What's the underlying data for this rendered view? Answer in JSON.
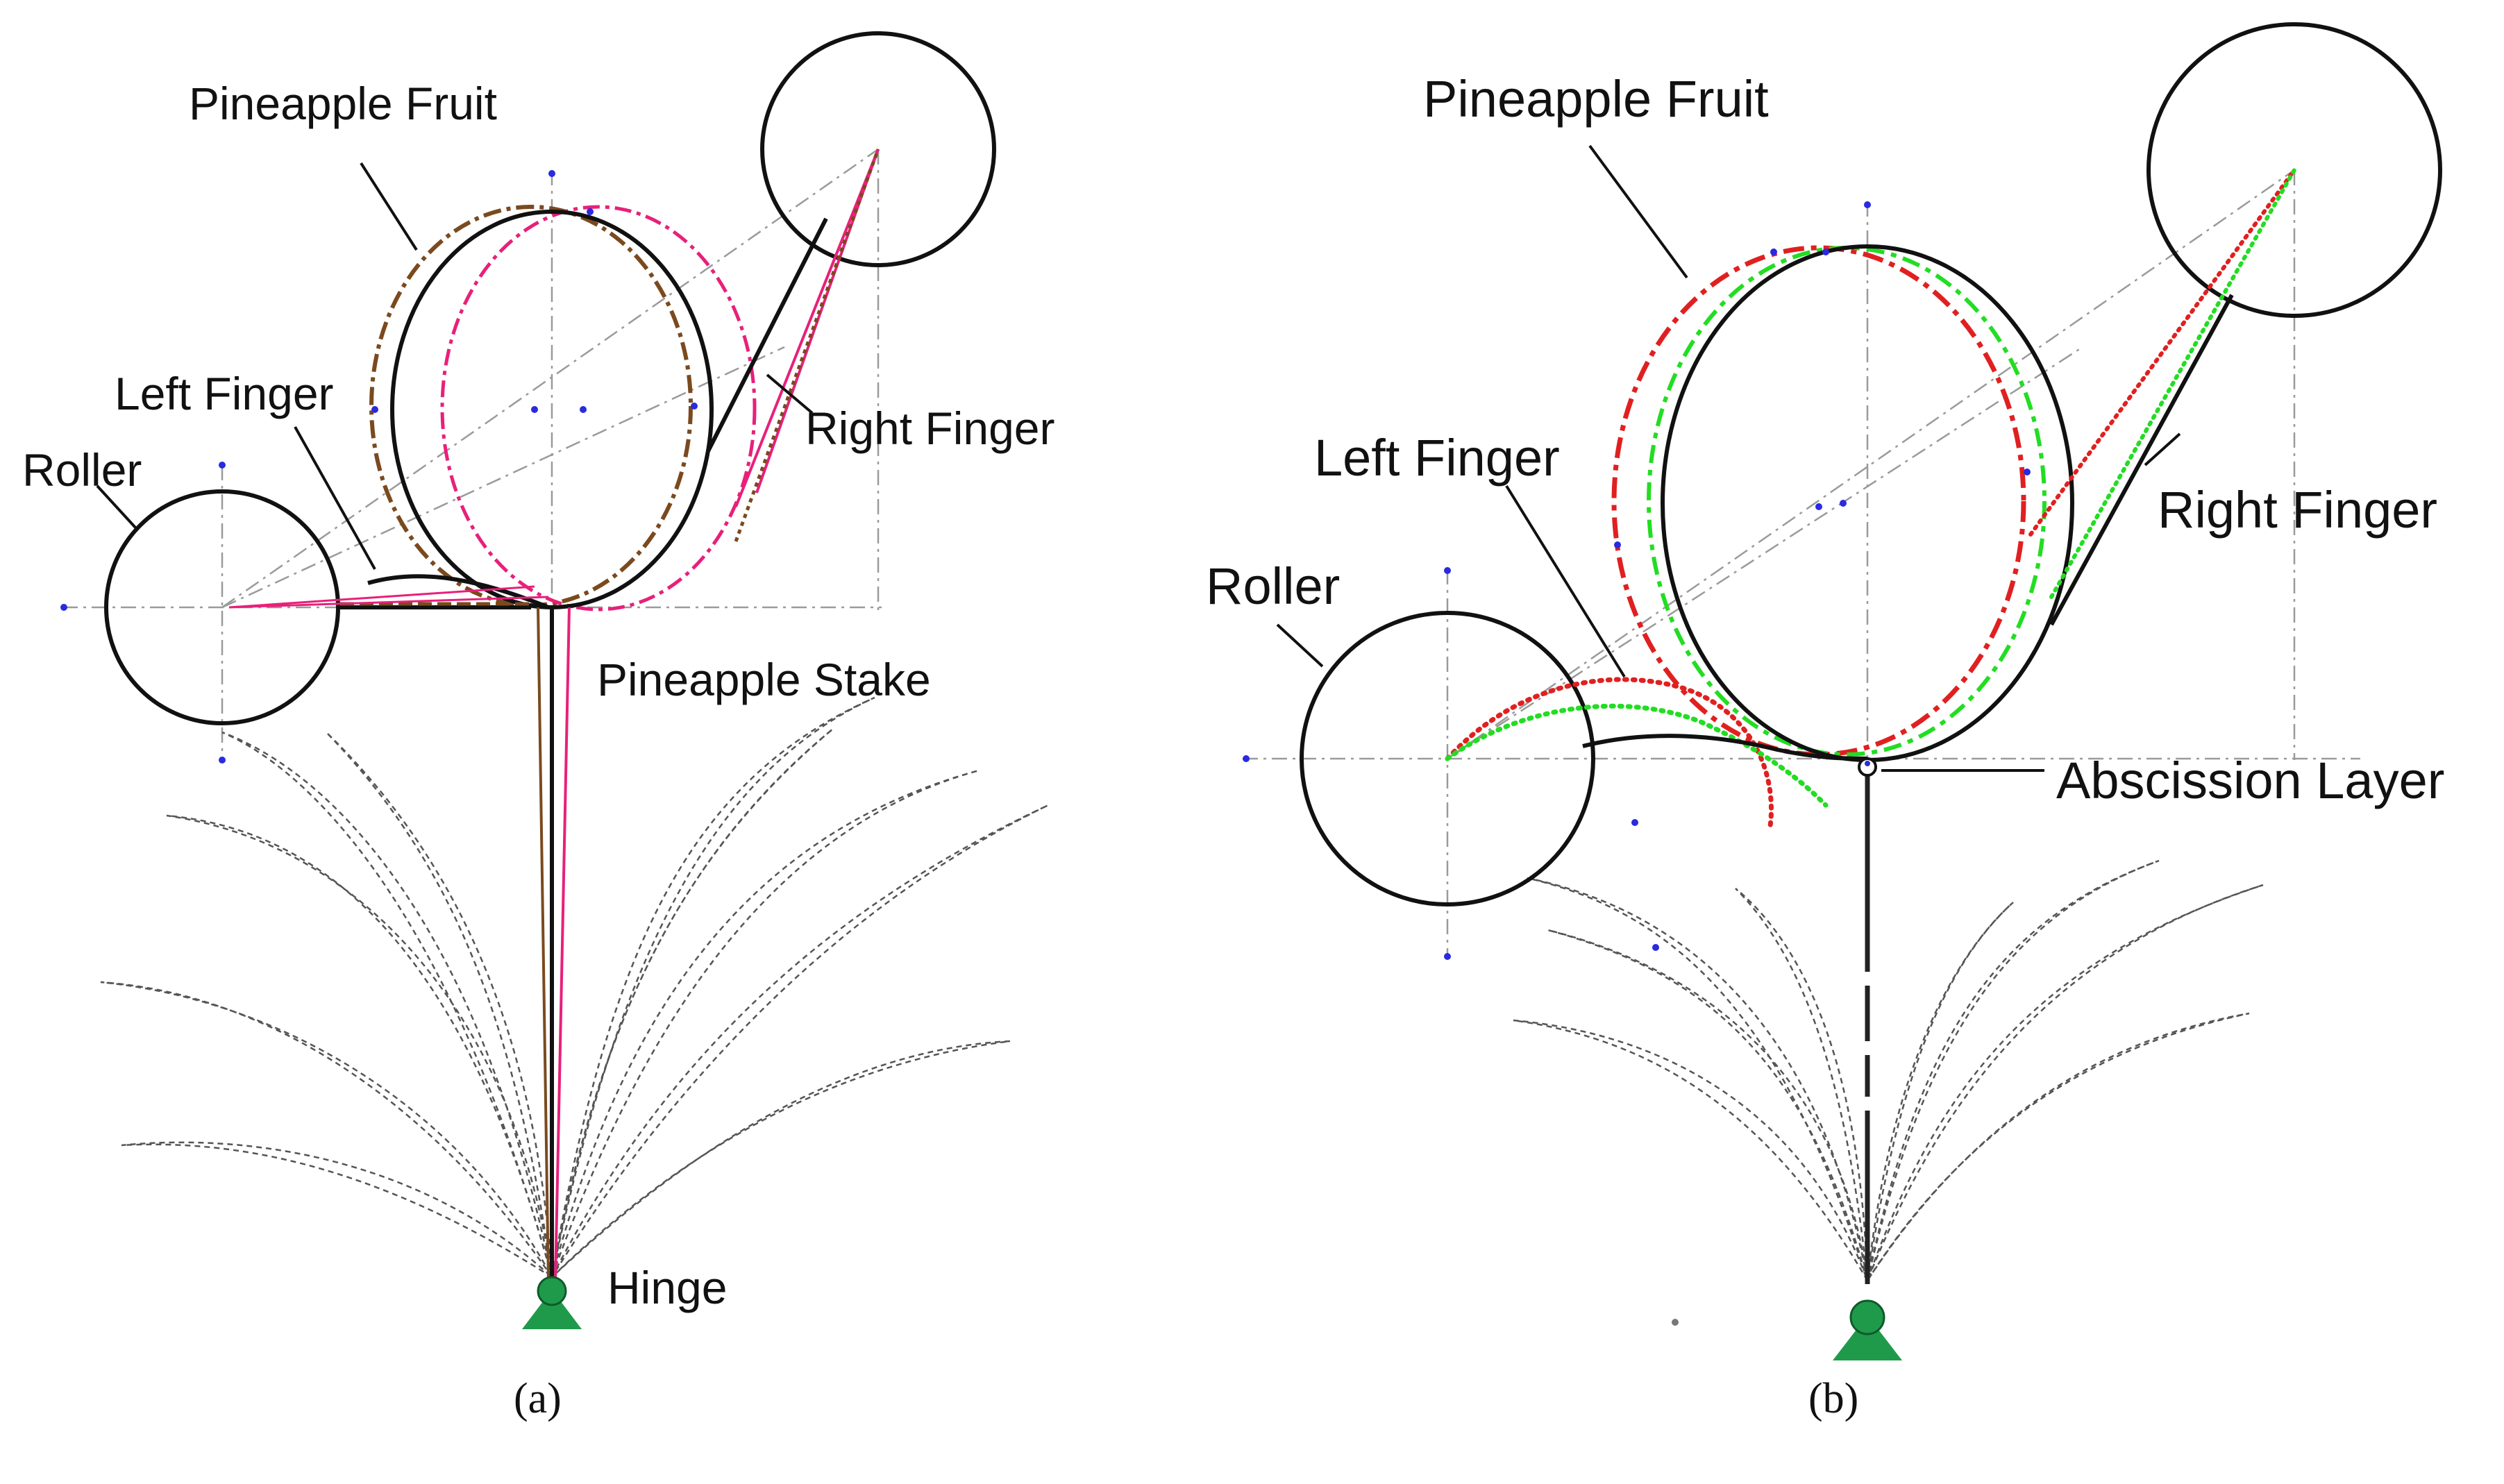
{
  "panels": [
    {
      "id": "a",
      "caption": "(a)",
      "labels": {
        "fruit": "Pineapple Fruit",
        "left_finger": "Left Finger",
        "right_finger": "Right Finger",
        "roller": "Roller",
        "stake": "Pineapple Stake",
        "hinge": "Hinge"
      },
      "colors": {
        "outline": "#111111",
        "variant_1": "#7a4a1e",
        "variant_2": "#e8207a",
        "support": "#1f9a4a"
      }
    },
    {
      "id": "b",
      "caption": "(b)",
      "labels": {
        "fruit": "Pineapple Fruit",
        "left_finger": "Left Finger",
        "right_finger": "Right Finger",
        "roller": "Roller",
        "abscission": "Abscission Layer"
      },
      "colors": {
        "outline": "#111111",
        "variant_1": "#e02020",
        "variant_2": "#22dd22",
        "support": "#1f9a4a"
      }
    }
  ]
}
